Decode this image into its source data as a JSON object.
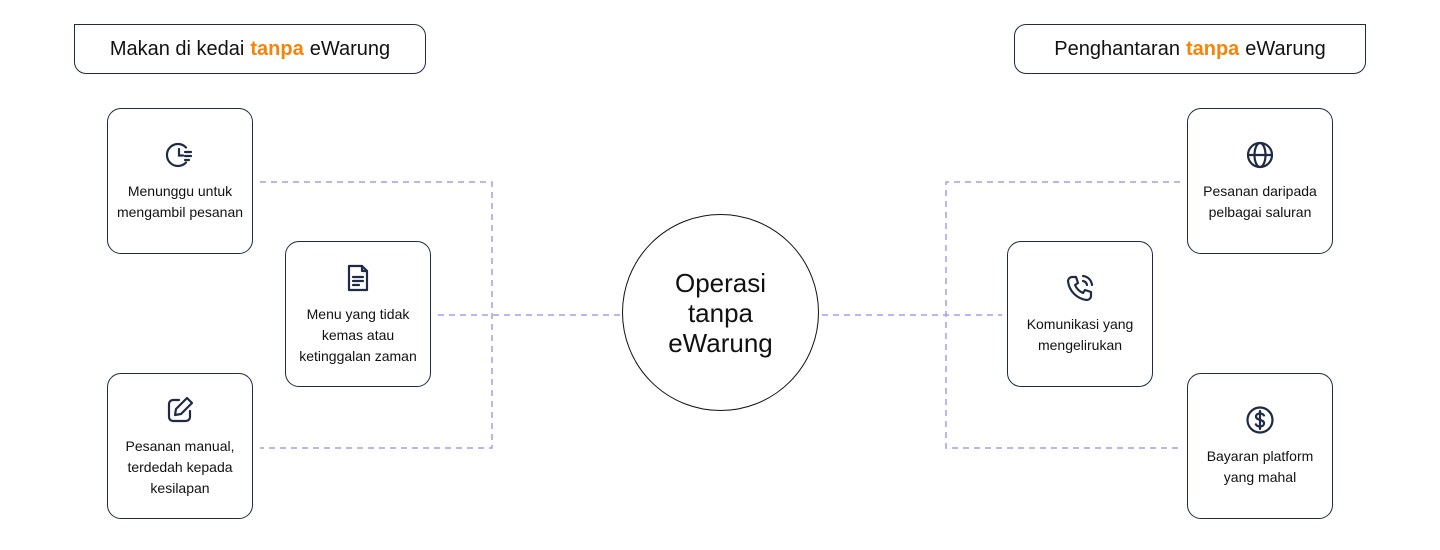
{
  "left_tag": {
    "prefix": "Makan di kedai",
    "highlight": "tanpa",
    "suffix": "eWarung"
  },
  "right_tag": {
    "prefix": "Penghantaran",
    "highlight": "tanpa",
    "suffix": "eWarung"
  },
  "center": {
    "label": "Operasi tanpa eWarung"
  },
  "cards": {
    "waiting": {
      "label": "Menunggu untuk mengambil pesanan",
      "icon": "clock-list-icon"
    },
    "menu": {
      "label": "Menu yang tidak kemas atau ketinggalan zaman",
      "icon": "document-icon"
    },
    "manual": {
      "label": "Pesanan manual, terdedah kepada kesilapan",
      "icon": "edit-icon"
    },
    "channels": {
      "label": "Pesanan daripada pelbagai saluran",
      "icon": "globe-icon"
    },
    "comms": {
      "label": "Komunikasi yang mengelirukan",
      "icon": "phone-call-icon"
    },
    "payment": {
      "label": "Bayaran platform yang mahal",
      "icon": "dollar-icon"
    }
  },
  "colors": {
    "accent": "#f5840b",
    "connector": "#a99cf0",
    "border": "#1f2a44"
  }
}
